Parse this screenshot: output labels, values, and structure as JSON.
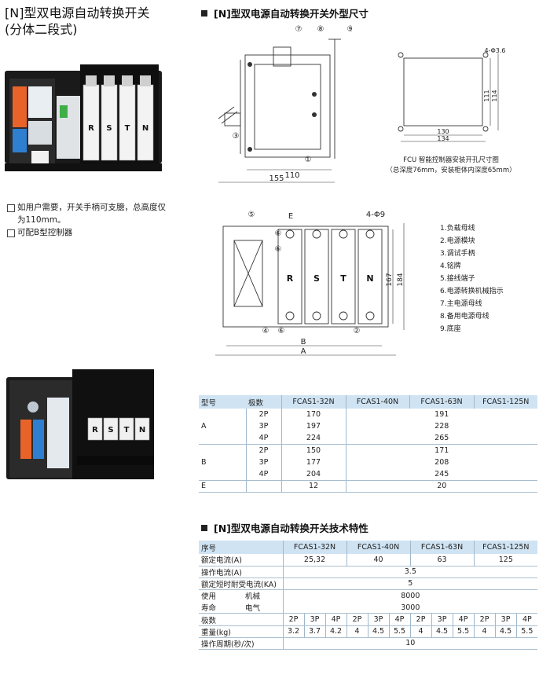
{
  "title": {
    "line1": "[N]型双电源自动转换开关",
    "line2": "(分体二段式)"
  },
  "features": [
    "如用户需要，开关手柄可支臆，总高度仅为110mm。",
    "可配B型控制器"
  ],
  "section_dimensions": "[N]型双电源自动转换开关外型尺寸",
  "section_specs": "[N]型双电源自动转换开关技术特性",
  "product_labels": [
    "R",
    "S",
    "T",
    "N"
  ],
  "side_view": {
    "callouts": [
      "⑦",
      "⑧",
      "⑨",
      "③",
      "①"
    ],
    "dim_110": "110",
    "dim_155": "155"
  },
  "fcu": {
    "holes": "4-Φ3.6",
    "dim_111": "111",
    "dim_114": "114",
    "dim_130": "130",
    "dim_134": "134",
    "caption1": "FCU 智能控制器安装开孔尺寸图",
    "caption2": "（总深度76mm，安装柜体内深度65mm）"
  },
  "plan_view": {
    "callouts": [
      "⑤",
      "⑥",
      "⑥",
      "④",
      "⑥",
      "②"
    ],
    "E": "E",
    "holes": "4-Φ9",
    "B": "B",
    "A": "A",
    "dim_167": "167",
    "dim_184": "184"
  },
  "legend": [
    "1.负载母线",
    "2.电源模块",
    "3.调试手柄",
    "4.铭牌",
    "5.接线端子",
    "6.电源转换机械指示",
    "7.主电源母线",
    "8.备用电源母线",
    "9.底座"
  ],
  "dim_table": {
    "headers": [
      "型号",
      "极数",
      "FCAS1-32N",
      "FCAS1-40N",
      "FCAS1-63N",
      "FCAS1-125N"
    ],
    "rows": [
      {
        "type": "",
        "pole": "2P",
        "v32": "170",
        "vrest": "191"
      },
      {
        "type": "A",
        "pole": "3P",
        "v32": "197",
        "vrest": "228"
      },
      {
        "type": "",
        "pole": "4P",
        "v32": "224",
        "vrest": "265"
      },
      {
        "type": "",
        "pole": "2P",
        "v32": "150",
        "vrest": "171"
      },
      {
        "type": "B",
        "pole": "3P",
        "v32": "177",
        "vrest": "208"
      },
      {
        "type": "",
        "pole": "4P",
        "v32": "204",
        "vrest": "245"
      },
      {
        "type": "E",
        "pole": "",
        "v32": "12",
        "vrest": "20"
      }
    ]
  },
  "spec_table": {
    "headers": [
      "序号",
      "FCAS1-32N",
      "FCAS1-40N",
      "FCAS1-63N",
      "FCAS1-125N"
    ],
    "rated_current": {
      "label": "额定电流(A)",
      "values": [
        "25,32",
        "40",
        "63",
        "125"
      ]
    },
    "operating_current": {
      "label": "操作电流(A)",
      "value": "3.5"
    },
    "short_time": {
      "label": "额定短时耐受电流(KA)",
      "value": "5"
    },
    "life_use": "使用",
    "life_mech": "机械",
    "life_mech_value": "8000",
    "life_label": "寿命",
    "life_elec": "电气",
    "life_elec_value": "3000",
    "poles_label": "极数",
    "poles": [
      "2P",
      "3P",
      "4P",
      "2P",
      "3P",
      "4P",
      "2P",
      "3P",
      "4P",
      "2P",
      "3P",
      "4P"
    ],
    "weight_label": "重量(kg)",
    "weights": [
      "3.2",
      "3.7",
      "4.2",
      "4",
      "4.5",
      "5.5",
      "4",
      "4.5",
      "5.5",
      "4",
      "4.5",
      "5.5"
    ],
    "cycle_label": "操作周期(秒/次)",
    "cycle_value": "10"
  },
  "colors": {
    "table_header": "#cfe3f3",
    "module_orange": "#e8632a",
    "module_blue": "#2f7fd1"
  }
}
